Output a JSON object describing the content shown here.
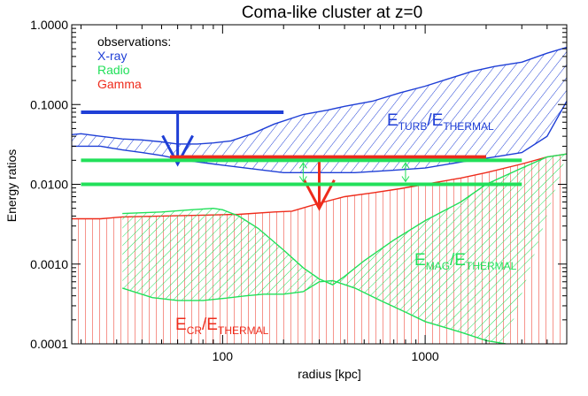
{
  "chart_data": {
    "type": "line",
    "title": "Coma-like cluster at z=0",
    "xlabel": "radius [kpc]",
    "ylabel": "Energy ratios",
    "xscale": "log",
    "yscale": "log",
    "xlim": [
      18,
      5000
    ],
    "ylim": [
      0.0001,
      1.0
    ],
    "x_ticks": [
      {
        "v": 100,
        "label": "100"
      },
      {
        "v": 1000,
        "label": "1000"
      }
    ],
    "y_ticks": [
      {
        "v": 1.0,
        "label": "1.0000"
      },
      {
        "v": 0.1,
        "label": "0.1000"
      },
      {
        "v": 0.01,
        "label": "0.0100"
      },
      {
        "v": 0.001,
        "label": "0.0010"
      },
      {
        "v": 0.0001,
        "label": "0.0001"
      }
    ],
    "legend": {
      "title": "observations:",
      "position": "top-left",
      "entries": [
        {
          "label": "X-ray",
          "color": "#1f3fd6"
        },
        {
          "label": "Radio",
          "color": "#22e05a"
        },
        {
          "label": "Gamma",
          "color": "#ee2b1b"
        }
      ]
    },
    "colors": {
      "xray": "#1f3fd6",
      "radio": "#22e05a",
      "gamma": "#ee2b1b"
    },
    "bands": [
      {
        "id": "turb",
        "label_main": "E",
        "label_sub": "TURB",
        "label_main2": "/E",
        "label_sub2": "THERMAL",
        "color": "#1f3fd6",
        "upper": [
          [
            18,
            0.042
          ],
          [
            20,
            0.043
          ],
          [
            25,
            0.04
          ],
          [
            32,
            0.037
          ],
          [
            40,
            0.036
          ],
          [
            50,
            0.034
          ],
          [
            60,
            0.032
          ],
          [
            75,
            0.032
          ],
          [
            90,
            0.033
          ],
          [
            110,
            0.035
          ],
          [
            140,
            0.043
          ],
          [
            180,
            0.057
          ],
          [
            250,
            0.075
          ],
          [
            330,
            0.085
          ],
          [
            400,
            0.095
          ],
          [
            550,
            0.11
          ],
          [
            750,
            0.14
          ],
          [
            1000,
            0.17
          ],
          [
            1300,
            0.21
          ],
          [
            1700,
            0.26
          ],
          [
            2200,
            0.3
          ],
          [
            3000,
            0.34
          ],
          [
            4000,
            0.44
          ],
          [
            5000,
            0.52
          ]
        ],
        "lower": [
          [
            18,
            0.03
          ],
          [
            25,
            0.03
          ],
          [
            32,
            0.027
          ],
          [
            40,
            0.025
          ],
          [
            50,
            0.023
          ],
          [
            65,
            0.02
          ],
          [
            90,
            0.018
          ],
          [
            130,
            0.016
          ],
          [
            200,
            0.014
          ],
          [
            300,
            0.014
          ],
          [
            450,
            0.014
          ],
          [
            700,
            0.015
          ],
          [
            1000,
            0.016
          ],
          [
            1500,
            0.019
          ],
          [
            2200,
            0.022
          ],
          [
            3000,
            0.025
          ],
          [
            4000,
            0.04
          ],
          [
            5000,
            0.11
          ]
        ]
      },
      {
        "id": "mag",
        "label_main": "E",
        "label_sub": "MAG",
        "label_main2": "/E",
        "label_sub2": "THERMAL",
        "color": "#22e05a",
        "upper": [
          [
            32,
            0.0043
          ],
          [
            50,
            0.0045
          ],
          [
            70,
            0.0048
          ],
          [
            90,
            0.005
          ],
          [
            100,
            0.0048
          ],
          [
            120,
            0.004
          ],
          [
            150,
            0.0028
          ],
          [
            200,
            0.0015
          ],
          [
            250,
            0.0009
          ],
          [
            300,
            0.00065
          ],
          [
            350,
            0.00055
          ],
          [
            400,
            0.0007
          ],
          [
            500,
            0.0011
          ],
          [
            700,
            0.002
          ],
          [
            1000,
            0.0035
          ],
          [
            1500,
            0.006
          ],
          [
            2000,
            0.01
          ],
          [
            3000,
            0.016
          ],
          [
            4000,
            0.022
          ],
          [
            5000,
            0.024
          ]
        ],
        "lower": [
          [
            32,
            0.0005
          ],
          [
            45,
            0.00038
          ],
          [
            60,
            0.00035
          ],
          [
            80,
            0.00035
          ],
          [
            100,
            0.00037
          ],
          [
            130,
            0.0004
          ],
          [
            160,
            0.00042
          ],
          [
            200,
            0.00042
          ],
          [
            250,
            0.00045
          ],
          [
            300,
            0.0006
          ],
          [
            350,
            0.00062
          ],
          [
            450,
            0.0005
          ],
          [
            600,
            0.00035
          ],
          [
            800,
            0.00025
          ],
          [
            1000,
            0.00019
          ],
          [
            1500,
            0.00014
          ],
          [
            2000,
            0.00011
          ],
          [
            2500,
            0.0001
          ]
        ]
      },
      {
        "id": "cr",
        "label_main": "E",
        "label_sub": "CR",
        "label_main2": "/E",
        "label_sub2": "THERMAL",
        "color": "#ee2b1b",
        "upper": [
          [
            18,
            0.0037
          ],
          [
            25,
            0.0037
          ],
          [
            32,
            0.0039
          ],
          [
            50,
            0.004
          ],
          [
            80,
            0.0041
          ],
          [
            120,
            0.0042
          ],
          [
            180,
            0.0045
          ],
          [
            220,
            0.0046
          ],
          [
            260,
            0.0052
          ],
          [
            300,
            0.0058
          ],
          [
            400,
            0.007
          ],
          [
            550,
            0.0078
          ],
          [
            750,
            0.0088
          ],
          [
            1000,
            0.01
          ],
          [
            1500,
            0.012
          ],
          [
            2000,
            0.014
          ],
          [
            3000,
            0.018
          ],
          [
            4000,
            0.022
          ],
          [
            5000,
            0.024
          ]
        ],
        "lower": [
          [
            18,
            0.0001
          ],
          [
            5000,
            0.0001
          ]
        ]
      }
    ],
    "observations": [
      {
        "type": "xray",
        "kind": "upper_limit",
        "y": 0.08,
        "x_from": 20,
        "x_to": 200,
        "arrow_x": 60,
        "arrow_to": 0.018
      },
      {
        "type": "gamma",
        "kind": "upper_limit",
        "y": 0.022,
        "x_from": 55,
        "x_to": 2000,
        "arrow_x": 300,
        "arrow_to": 0.005
      },
      {
        "type": "radio",
        "kind": "range",
        "y_upper": 0.02,
        "y_lower": 0.01,
        "x_from": 20,
        "x_to": 3000,
        "arrows_x": [
          250,
          800
        ]
      }
    ]
  }
}
